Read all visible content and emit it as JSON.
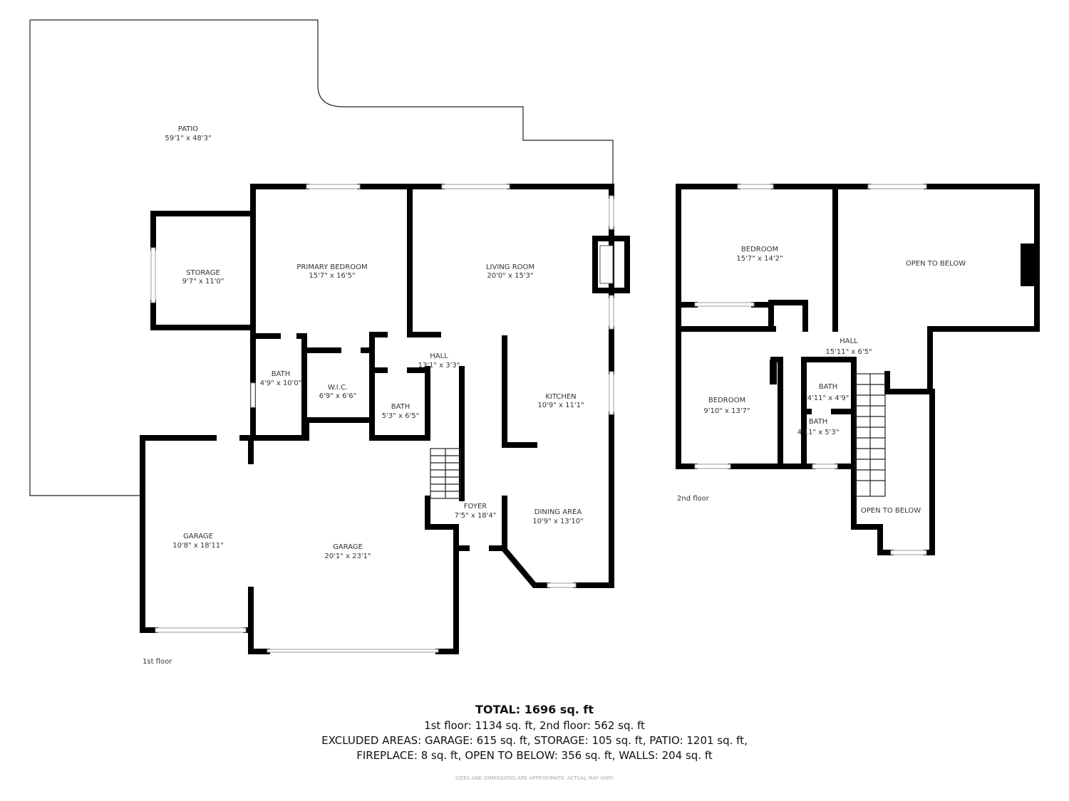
{
  "first_floor": {
    "label": "1st floor",
    "rooms": [
      {
        "name": "PATIO",
        "dims": "59'1\" x 48'3\""
      },
      {
        "name": "STORAGE",
        "dims": "9'7\" x 11'0\""
      },
      {
        "name": "PRIMARY BEDROOM",
        "dims": "15'7\" x 16'5\""
      },
      {
        "name": "LIVING ROOM",
        "dims": "20'0\" x 15'3\""
      },
      {
        "name": "BATH",
        "dims": "4'9\" x 10'0\""
      },
      {
        "name": "W.I.C.",
        "dims": "6'9\" x 6'6\""
      },
      {
        "name": "HALL",
        "dims": "13'1\" x 3'3\""
      },
      {
        "name": "BATH",
        "dims": "5'3\" x 6'5\""
      },
      {
        "name": "KITCHEN",
        "dims": "10'9\" x 11'1\""
      },
      {
        "name": "FOYER",
        "dims": "7'5\" x 18'4\""
      },
      {
        "name": "DINING AREA",
        "dims": "10'9\" x 13'10\""
      },
      {
        "name": "GARAGE",
        "dims": "10'8\" x 18'11\""
      },
      {
        "name": "GARAGE",
        "dims": "20'1\" x 23'1\""
      }
    ]
  },
  "second_floor": {
    "label": "2nd floor",
    "rooms": [
      {
        "name": "BEDROOM",
        "dims": "15'7\" x 14'2\""
      },
      {
        "name": "OPEN TO BELOW",
        "dims": ""
      },
      {
        "name": "HALL",
        "dims": "15'11\" x 6'5\""
      },
      {
        "name": "BEDROOM",
        "dims": "9'10\" x 13'7\""
      },
      {
        "name": "BATH",
        "dims": "4'11\" x 4'9\""
      },
      {
        "name": "BATH",
        "dims": "4'11\" x 5'3\""
      },
      {
        "name": "OPEN TO BELOW",
        "dims": ""
      }
    ]
  },
  "summary": {
    "total": "TOTAL: 1696 sq. ft",
    "floors": "1st floor: 1134 sq. ft, 2nd floor: 562 sq. ft",
    "excluded_1": "EXCLUDED AREAS: GARAGE: 615 sq. ft, STORAGE: 105 sq. ft, PATIO: 1201 sq. ft,",
    "excluded_2": "FIREPLACE: 8 sq. ft, OPEN TO BELOW: 356 sq. ft, WALLS: 204 sq. ft",
    "disclaimer": "SIZES AND DIMENSIONS ARE APPROXIMATE, ACTUAL MAY VARY."
  }
}
